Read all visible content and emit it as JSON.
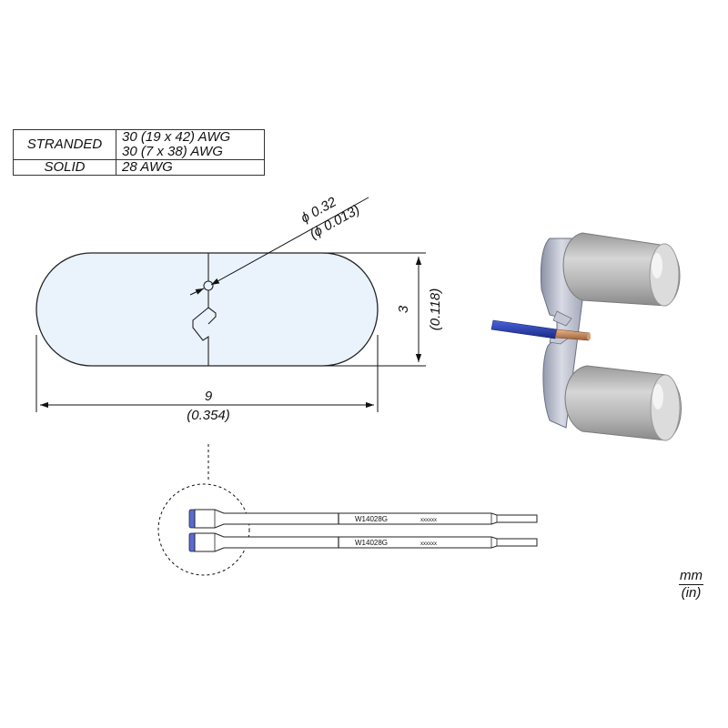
{
  "spec_table": {
    "rows": [
      {
        "label": "STRANDED",
        "values": [
          "30 (19 x 42) AWG",
          "30 (7 x 38) AWG"
        ]
      },
      {
        "label": "SOLID",
        "values": [
          "28 AWG"
        ]
      }
    ]
  },
  "dimensions": {
    "hole": {
      "mm": "ϕ 0.32",
      "in": "(ϕ 0.013)"
    },
    "height": {
      "mm": "3",
      "in": "(0.118)"
    },
    "width": {
      "mm": "9",
      "in": "(0.354)"
    }
  },
  "tip": {
    "model": "W14028G",
    "code": "xxxxxx"
  },
  "units": {
    "primary": "mm",
    "secondary": "(in)"
  },
  "colors": {
    "tip_face": "#eaf3fb",
    "outline": "#222222",
    "wire_insulation": "#2a3fb0",
    "wire_core": "#c98a5a",
    "cartridge_grey": "#b9b9b9",
    "holder_metal": "#c9cdd8"
  }
}
